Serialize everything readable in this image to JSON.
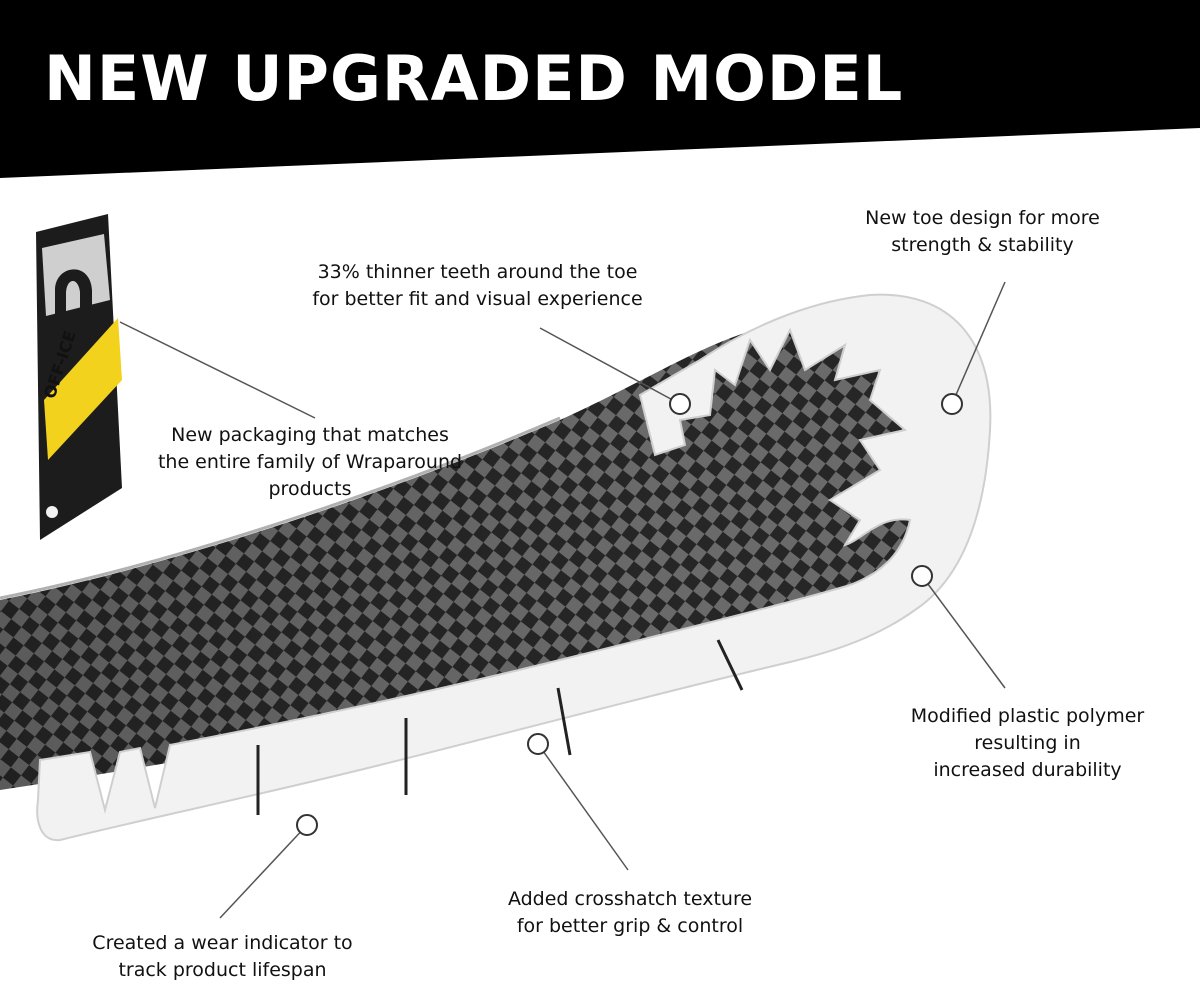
{
  "banner": {
    "title": "NEW UPGRADED MODEL"
  },
  "package": {
    "brand_label": "OFF-ICE"
  },
  "callouts": {
    "toe_design": [
      "New toe design for more",
      "strength & stability"
    ],
    "thinner_teeth": [
      "33% thinner teeth around the toe",
      "for better fit and visual experience"
    ],
    "packaging": [
      "New packaging that matches",
      "the entire family of Wraparound",
      "products"
    ],
    "polymer": [
      "Modified plastic polymer",
      "resulting in",
      "increased durability"
    ],
    "crosshatch": [
      "Added crosshatch texture",
      "for better grip & control"
    ],
    "wear_indicator": [
      "Created a wear indicator to",
      "track product lifespan"
    ]
  },
  "colors": {
    "banner": "#000000",
    "wrap": "#f2f2f2",
    "blade_dark": "#222222",
    "blade_light": "#6e6e6e",
    "package_accent": "#f2d21c"
  }
}
